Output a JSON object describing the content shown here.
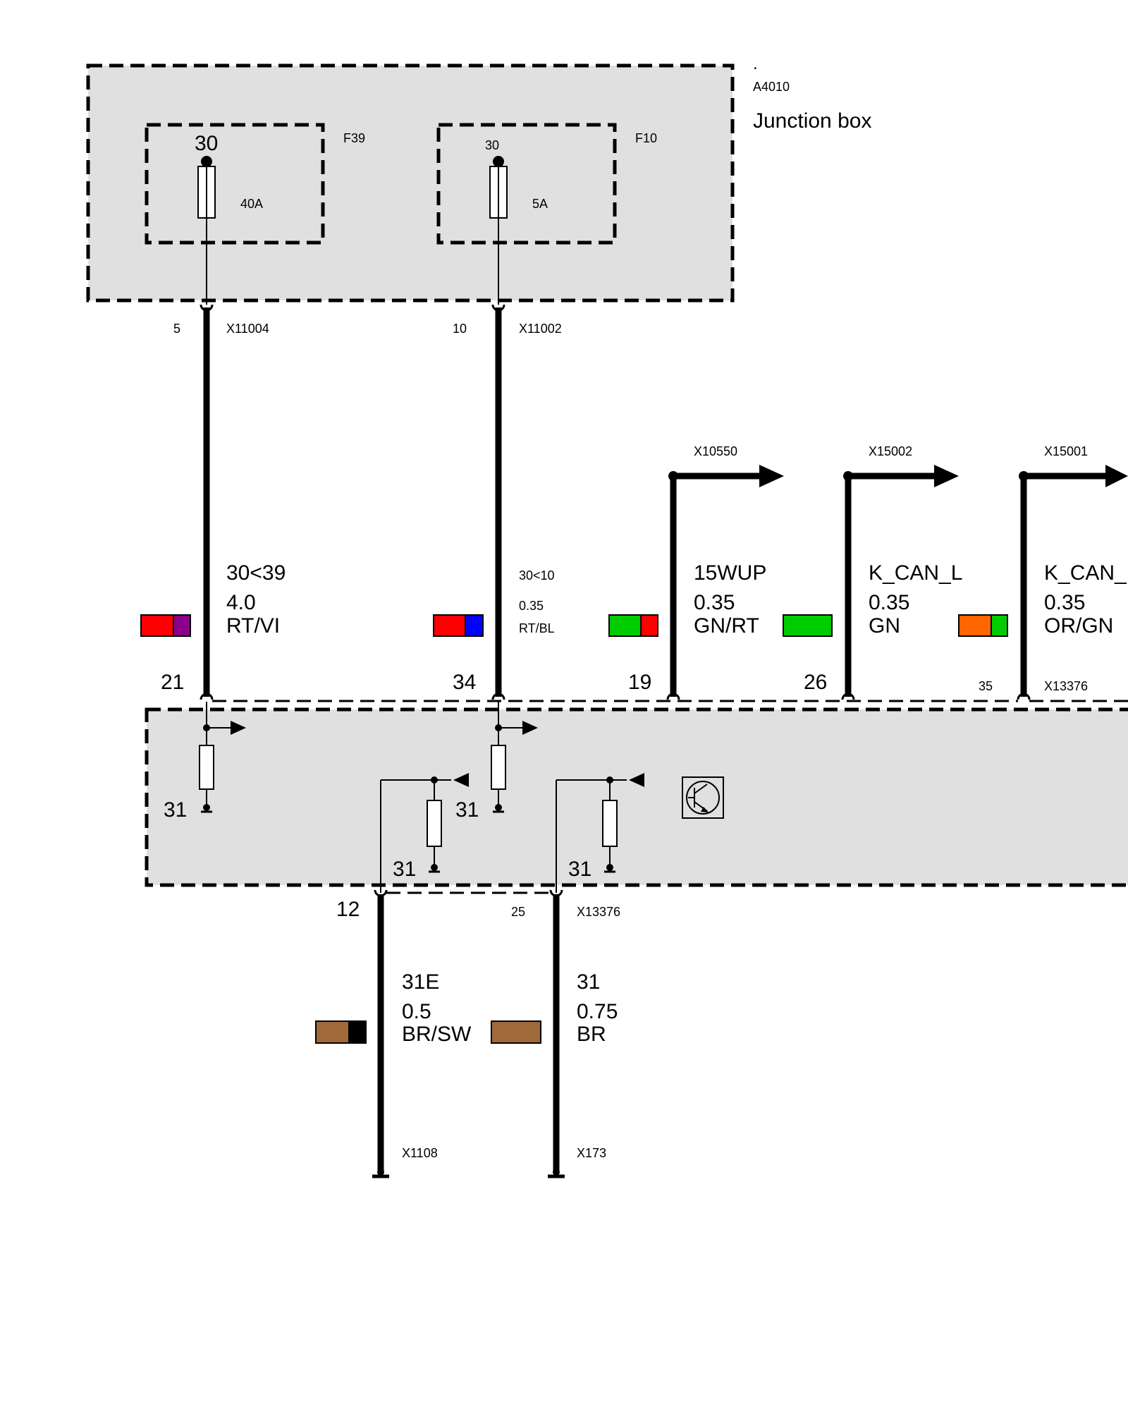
{
  "junction_box": {
    "dot": ".",
    "id": "A4010",
    "title": "Junction box",
    "fuses": [
      {
        "name": "F39",
        "terminal": "30",
        "rating": "40A",
        "pin": "5",
        "connector": "X11004"
      },
      {
        "name": "F10",
        "terminal": "30",
        "rating": "5A",
        "pin": "10",
        "connector": "X11002"
      }
    ]
  },
  "wires": [
    {
      "signal": "30<39",
      "size": "4.0",
      "color_code": "RT/VI",
      "pin": "21",
      "colors": [
        "#ff0000",
        "#8b008b"
      ]
    },
    {
      "signal": "30<10",
      "size": "0.35",
      "color_code": "RT/BL",
      "pin": "34",
      "colors": [
        "#ff0000",
        "#0000ff"
      ]
    },
    {
      "signal": "15WUP",
      "size": "0.35",
      "color_code": "GN/RT",
      "pin": "19",
      "connector": "X10550",
      "colors": [
        "#00cc00",
        "#ff0000"
      ]
    },
    {
      "signal": "K_CAN_L",
      "size": "0.35",
      "color_code": "GN",
      "pin": "26",
      "connector": "X15002",
      "colors": [
        "#00cc00"
      ]
    },
    {
      "signal": "K_CAN_",
      "size": "0.35",
      "color_code": "OR/GN",
      "pin": "35",
      "connector": "X15001",
      "colors": [
        "#ff6600",
        "#00cc00"
      ]
    }
  ],
  "module": {
    "connector_top": "X13376",
    "connector_bottom": "X13376",
    "ground_labels": [
      "31",
      "31",
      "31",
      "31"
    ]
  },
  "ground_wires": [
    {
      "signal": "31E",
      "size": "0.5",
      "color_code": "BR/SW",
      "pin": "12",
      "end_connector": "X1108",
      "colors": [
        "#a0693a",
        "#000000"
      ]
    },
    {
      "signal": "31",
      "size": "0.75",
      "color_code": "BR",
      "pin": "25",
      "end_connector": "X173",
      "colors": [
        "#a0693a"
      ]
    }
  ]
}
